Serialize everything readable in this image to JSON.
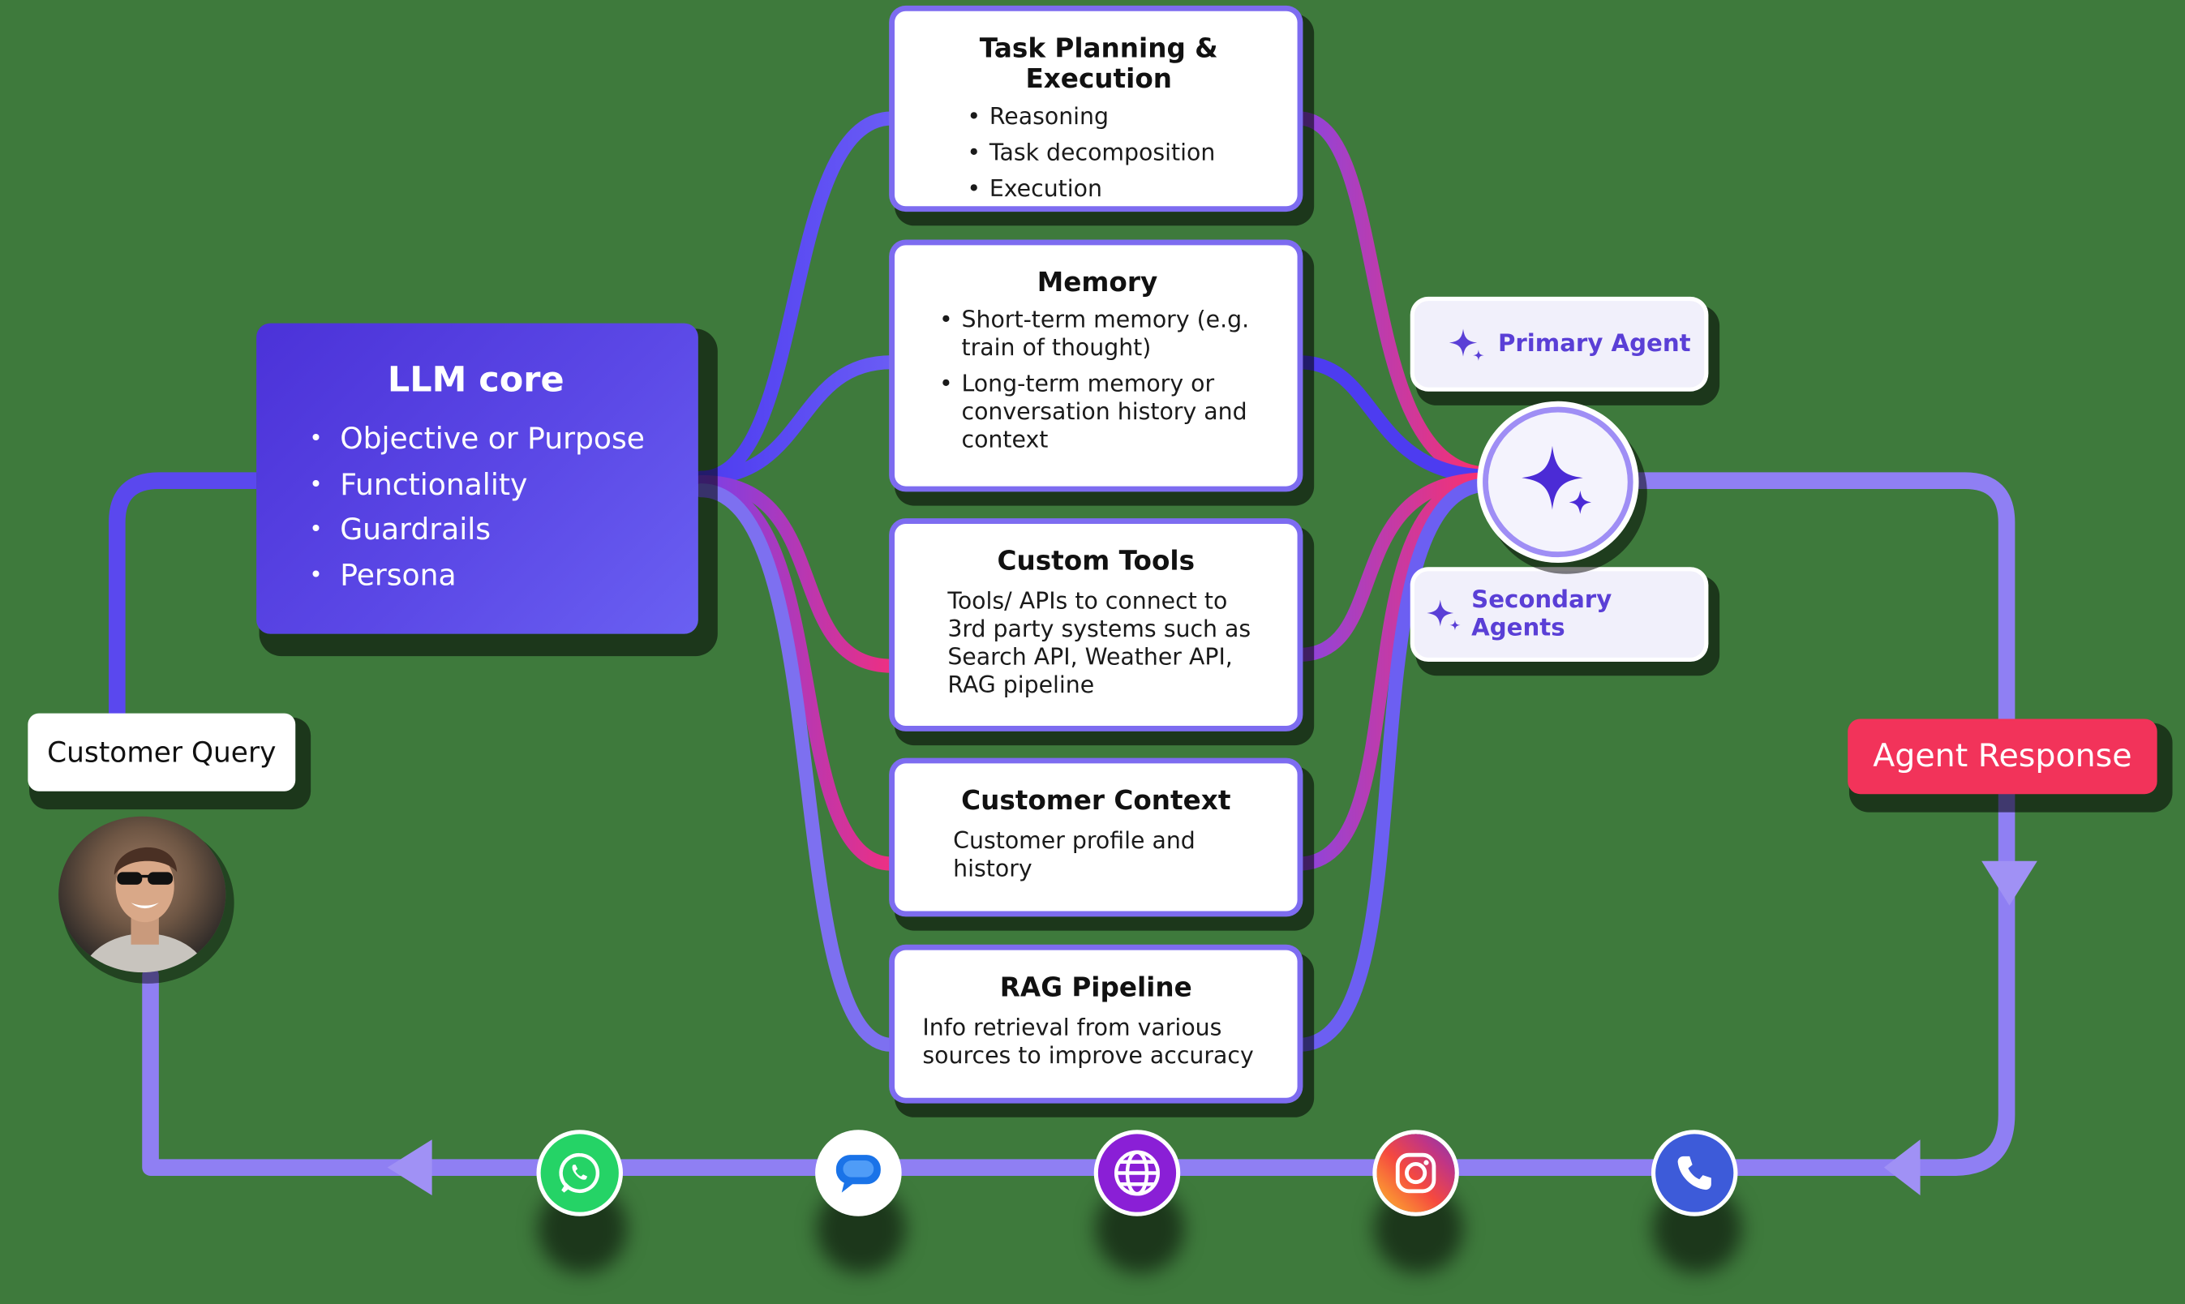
{
  "llm": {
    "title": "LLM core",
    "items": [
      "Objective or Purpose",
      "Functionality",
      "Guardrails",
      "Persona"
    ]
  },
  "cards": {
    "task": {
      "title": "Task Planning & Execution",
      "items": [
        "Reasoning",
        "Task decomposition",
        "Execution"
      ]
    },
    "memory": {
      "title": "Memory",
      "items": [
        "Short-term memory (e.g. train of thought)",
        "Long-term memory or conversation history and context"
      ]
    },
    "tools": {
      "title": "Custom Tools",
      "text": "Tools/ APIs to connect to 3rd party systems such as Search API, Weather API, RAG pipeline"
    },
    "context": {
      "title": "Customer Context",
      "text": "Customer profile and history"
    },
    "rag": {
      "title": "RAG Pipeline",
      "text": "Info retrieval from various sources to improve accuracy"
    }
  },
  "agents": {
    "primary": "Primary Agent",
    "secondary": "Secondary Agents"
  },
  "query_label": "Customer Query",
  "response_label": "Agent Response",
  "channels": [
    {
      "name": "whatsapp-icon",
      "color": "#25d366"
    },
    {
      "name": "google-messages-icon",
      "color": "#ffffff"
    },
    {
      "name": "globe-icon",
      "color": "#8a1fd6"
    },
    {
      "name": "instagram-icon",
      "color": "#e4405f"
    },
    {
      "name": "phone-icon",
      "color": "#3d5bd9"
    }
  ],
  "colors": {
    "accent": "#5a3fd6",
    "response": "#f2335a",
    "loop": "#8f7ff3",
    "background": "#3e7a3c"
  }
}
